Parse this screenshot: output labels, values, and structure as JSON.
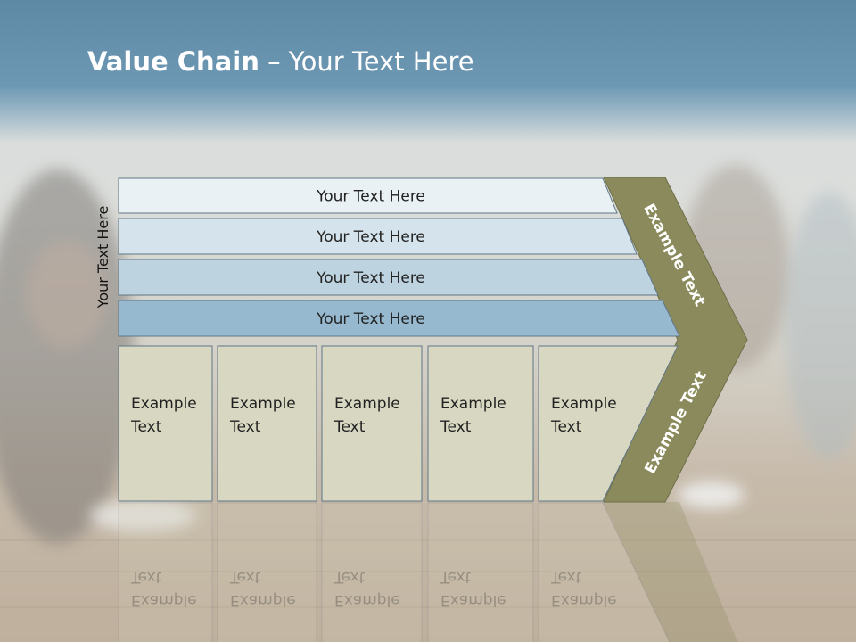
{
  "slide": {
    "title_bold": "Value Chain",
    "title_rest": " – Your Text Here",
    "vertical_label": "Your Text Here"
  },
  "bars": [
    {
      "label": "Your Text Here",
      "fill": "#eaf1f5"
    },
    {
      "label": "Your Text Here",
      "fill": "#d5e4ec"
    },
    {
      "label": "Your Text Here",
      "fill": "#bdd3e0"
    },
    {
      "label": "Your Text Here",
      "fill": "#96b9cf"
    }
  ],
  "boxes": [
    {
      "line1": "Example",
      "line2": "Text"
    },
    {
      "line1": "Example",
      "line2": "Text"
    },
    {
      "line1": "Example",
      "line2": "Text"
    },
    {
      "line1": "Example",
      "line2": "Text"
    },
    {
      "line1": "Example",
      "line2": "Text"
    }
  ],
  "chevron": {
    "upper_label": "Example Text",
    "lower_label": "Example Text",
    "fill": "#8a8a5c"
  },
  "colors": {
    "box_fill": "#d8d7c1",
    "outline": "#5f7686",
    "title": "#ffffff"
  }
}
